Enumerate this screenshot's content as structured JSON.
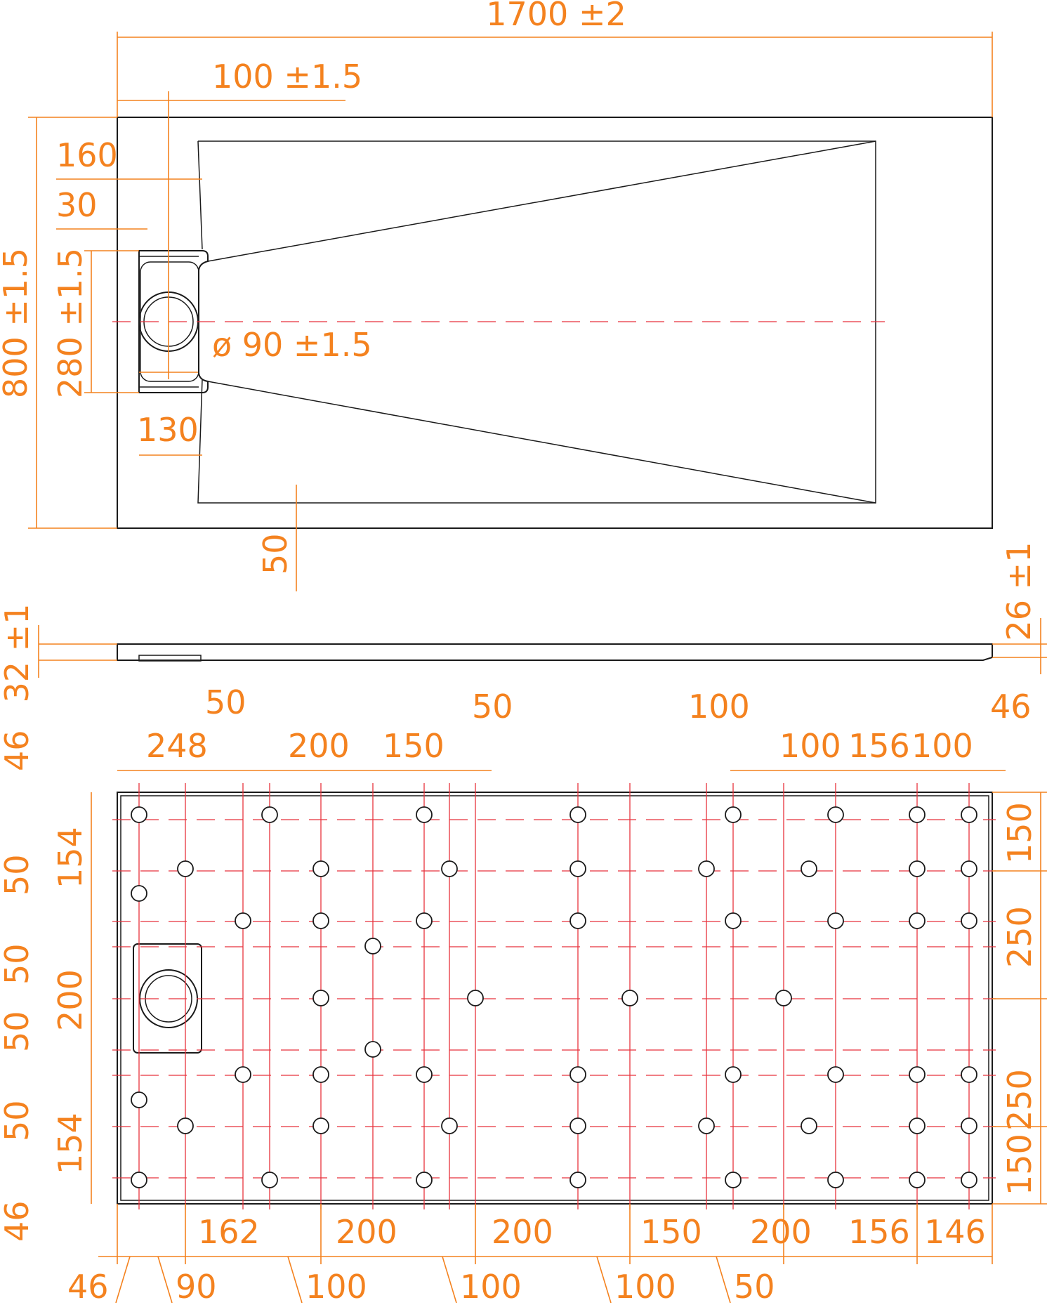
{
  "colors": {
    "dimension": "#f4821f",
    "centerline": "#e8323c",
    "outline": "#1a1a1a"
  },
  "top_view": {
    "overall_length": "1700 ±2",
    "overall_width": "800 ±1.5",
    "drain_offset": "100 ±1.5",
    "drain_box_width": "160",
    "drain_edge": "30",
    "drain_box_length": "280 ±1.5",
    "drain_diameter": "ø 90 ±1.5",
    "drain_bottom": "130",
    "border": "50"
  },
  "side_view": {
    "thickness_left": "32 ±1",
    "thickness_right": "26 ±1"
  },
  "bottom_view": {
    "top_dims": [
      "248",
      "200",
      "150",
      "100",
      "156",
      "100"
    ],
    "top_leader_dims": [
      "50",
      "50",
      "100",
      "46"
    ],
    "left_dims": [
      "46",
      "154",
      "50",
      "50",
      "200",
      "50",
      "154",
      "50",
      "46"
    ],
    "right_dims": [
      "150",
      "250",
      "250",
      "150"
    ],
    "bottom_dims": [
      "162",
      "200",
      "200",
      "150",
      "200",
      "156",
      "146"
    ],
    "bottom_leader_dims": [
      "46",
      "90",
      "100",
      "100",
      "100",
      "50"
    ]
  }
}
